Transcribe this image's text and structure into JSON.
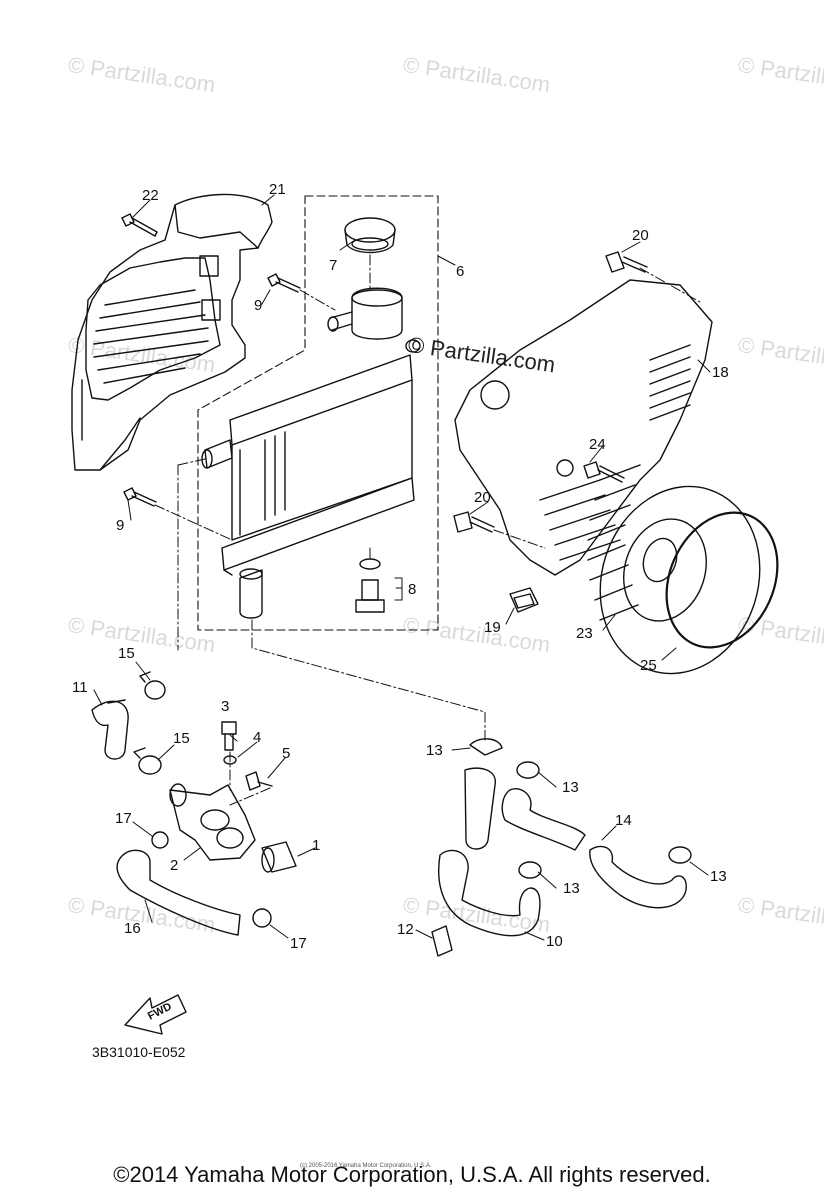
{
  "watermark": {
    "text": "© Partzilla.com"
  },
  "callouts": {
    "c1": "1",
    "c2": "2",
    "c3": "3",
    "c4": "4",
    "c5": "5",
    "c6": "6",
    "c7": "7",
    "c8": "8",
    "c9a": "9",
    "c9b": "9",
    "c10": "10",
    "c11": "11",
    "c12": "12",
    "c13a": "13",
    "c13b": "13",
    "c13c": "13",
    "c13d": "13",
    "c14": "14",
    "c15a": "15",
    "c15b": "15",
    "c16": "16",
    "c17a": "17",
    "c17b": "17",
    "c18": "18",
    "c19": "19",
    "c20a": "20",
    "c20b": "20",
    "c21": "21",
    "c22": "22",
    "c23": "23",
    "c24": "24",
    "c25": "25"
  },
  "direction_arrow": {
    "label": "FWD"
  },
  "diagram_code": "3B31010-E052",
  "tiny_note": "(c) 2005-2016 Yamaha Motor Corporation, U.S.A.",
  "copyright": "©2014 Yamaha Motor Corporation, U.S.A. All rights reserved."
}
